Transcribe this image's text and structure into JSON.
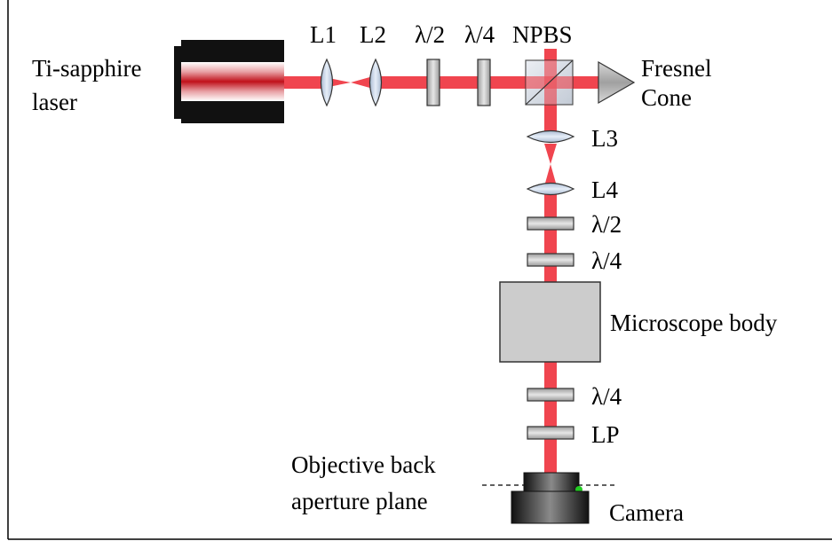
{
  "diagram": {
    "laser_label_line1": "Ti-sapphire",
    "laser_label_line2": "laser",
    "l1": "L1",
    "l2": "L2",
    "half_wave_top": "λ/2",
    "quarter_wave_top": "λ/4",
    "npbs": "NPBS",
    "fresnel_line1": "Fresnel",
    "fresnel_line2": "Cone",
    "l3": "L3",
    "l4": "L4",
    "half_wave_v": "λ/2",
    "quarter_wave_v": "λ/4",
    "microscope_body": "Microscope body",
    "quarter_wave_lower": "λ/4",
    "lp": "LP",
    "objective_line1": "Objective back",
    "objective_line2": "aperture plane",
    "camera": "Camera"
  },
  "colors": {
    "beam": "#f0454f",
    "laser_core": "#c0101a",
    "lens_fill": "#c9d8ea",
    "plate_fill": "#cfcfcf",
    "microscope_fill": "#cccccc",
    "camera_dark": "#111111",
    "camera_highlight": "#8a8a8a",
    "sensor_dot": "#22cc22"
  }
}
